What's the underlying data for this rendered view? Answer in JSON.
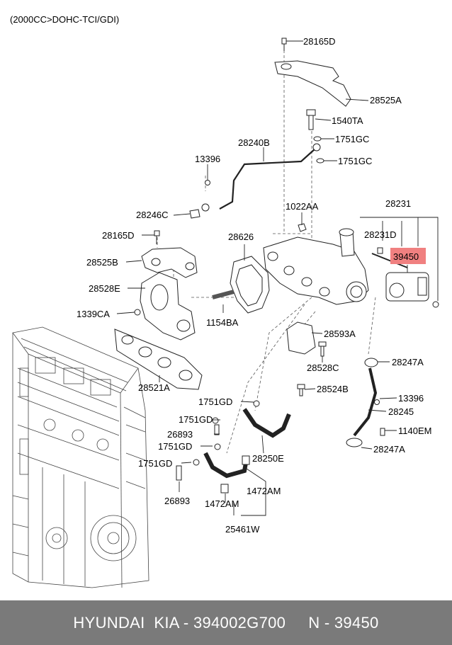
{
  "header": {
    "engine_spec": "(2000CC>DOHC-TCI/GDI)"
  },
  "diagram": {
    "highlight_color": "#f08080",
    "highlighted_part": "39450",
    "labels": [
      "28165D",
      "28525A",
      "1540TA",
      "1751GC",
      "1751GC",
      "28240B",
      "13396",
      "28246C",
      "1022AA",
      "28231",
      "28231D",
      "39450",
      "28165D",
      "28525B",
      "28626",
      "28528E",
      "1339CA",
      "1154BA",
      "28593A",
      "28528C",
      "28247A",
      "28524B",
      "28521A",
      "1751GD",
      "13396",
      "1751GD",
      "28245",
      "26893",
      "1140EM",
      "1751GD",
      "28250E",
      "28247A",
      "1751GD",
      "1472AM",
      "26893",
      "1472AM",
      "25461W"
    ]
  },
  "footer": {
    "text": "HYUNDAI  KIA - 394002G700     N - 39450",
    "background": "#7a7a7a"
  }
}
